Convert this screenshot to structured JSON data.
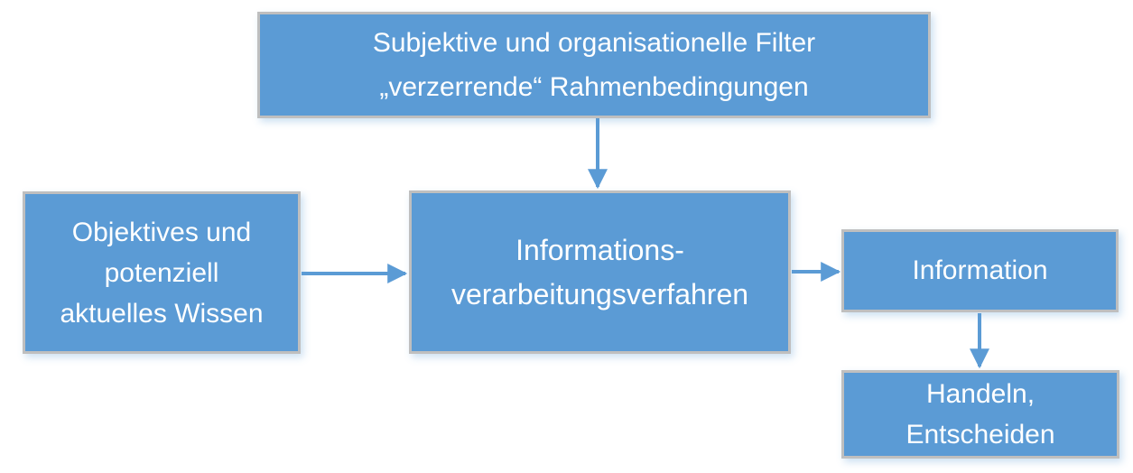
{
  "diagram": {
    "nodes": {
      "filter": {
        "label": "Subjektive und organisationelle Filter „verzerrende“ Rahmenbedingungen",
        "lines": [
          "Subjektive und organisationelle Filter",
          "„verzerrende“ Rahmenbedingungen"
        ]
      },
      "wissen": {
        "label": "Objektives und potenziell aktuelles Wissen",
        "lines": [
          "Objektives und",
          "potenziell",
          "aktuelles Wissen"
        ]
      },
      "verfahren": {
        "label": "Informations-verarbeitungsverfahren",
        "lines": [
          "Informations-",
          "verarbeitungsverfahren"
        ]
      },
      "information": {
        "label": "Information",
        "lines": [
          "Information"
        ]
      },
      "handeln": {
        "label": "Handeln, Entscheiden",
        "lines": [
          "Handeln,",
          "Entscheiden"
        ]
      }
    },
    "edges": [
      {
        "from": "filter",
        "to": "verfahren",
        "direction": "down"
      },
      {
        "from": "wissen",
        "to": "verfahren",
        "direction": "right"
      },
      {
        "from": "verfahren",
        "to": "information",
        "direction": "right"
      },
      {
        "from": "information",
        "to": "handeln",
        "direction": "down"
      }
    ],
    "colors": {
      "node_fill": "#5B9BD5",
      "node_border": "#BFBFBF",
      "node_text": "#FFFFFF",
      "arrow": "#5B9BD5",
      "background": "#FFFFFF"
    }
  }
}
